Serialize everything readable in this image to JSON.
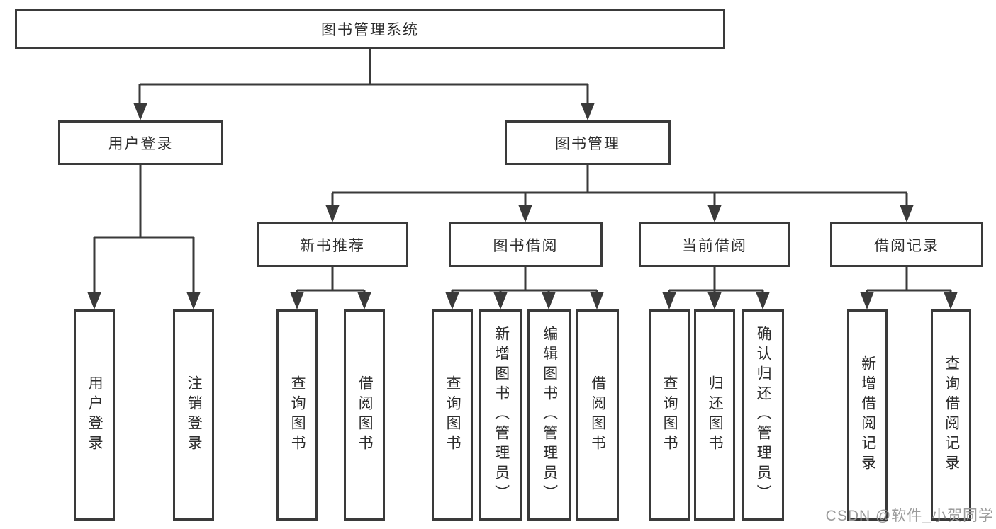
{
  "diagram": {
    "root": {
      "label": "图书管理系统",
      "children": [
        {
          "label": "用户登录",
          "children": [
            {
              "label": "用户登录"
            },
            {
              "label": "注销登录"
            }
          ]
        },
        {
          "label": "图书管理",
          "children": [
            {
              "label": "新书推荐",
              "children": [
                {
                  "label": "查询图书"
                },
                {
                  "label": "借阅图书"
                }
              ]
            },
            {
              "label": "图书借阅",
              "children": [
                {
                  "label": "查询图书"
                },
                {
                  "label": "新增图书（管理员）"
                },
                {
                  "label": "编辑图书（管理员）"
                },
                {
                  "label": "借阅图书"
                }
              ]
            },
            {
              "label": "当前借阅",
              "children": [
                {
                  "label": "查询图书"
                },
                {
                  "label": "归还图书"
                },
                {
                  "label": "确认归还（管理员）"
                }
              ]
            },
            {
              "label": "借阅记录",
              "children": [
                {
                  "label": "新增借阅记录"
                },
                {
                  "label": "查询借阅记录"
                }
              ]
            }
          ]
        }
      ]
    }
  },
  "watermark": "CSDN @软件_小贺同学",
  "colors": {
    "line": "#3a3a3a",
    "box_border": "#3a3a3a",
    "box_fill": "#ffffff",
    "text": "#2d2d2d",
    "background": "#ffffff",
    "watermark": "#9b9b9b"
  }
}
